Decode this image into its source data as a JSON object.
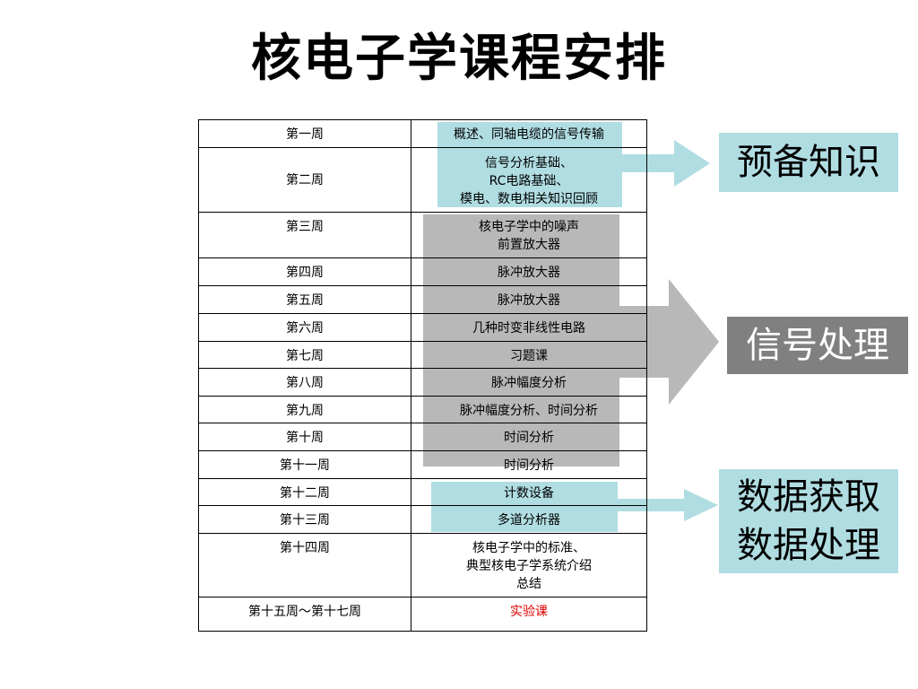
{
  "title": "核电子学课程安排",
  "schedule": [
    {
      "week": "第一周",
      "topic": [
        "概述、同轴电缆的信号传输"
      ]
    },
    {
      "week": "第二周",
      "topic": [
        "信号分析基础、",
        "RC电路基础、",
        "模电、数电相关知识回顾"
      ]
    },
    {
      "week": "第三周",
      "topic": [
        "核电子学中的噪声",
        "前置放大器"
      ]
    },
    {
      "week": "第四周",
      "topic": [
        "脉冲放大器"
      ]
    },
    {
      "week": "第五周",
      "topic": [
        "脉冲放大器"
      ]
    },
    {
      "week": "第六周",
      "topic": [
        "几种时变非线性电路"
      ]
    },
    {
      "week": "第七周",
      "topic": [
        "习题课"
      ]
    },
    {
      "week": "第八周",
      "topic": [
        "脉冲幅度分析"
      ]
    },
    {
      "week": "第九周",
      "topic": [
        "脉冲幅度分析、时间分析"
      ]
    },
    {
      "week": "第十周",
      "topic": [
        "时间分析"
      ]
    },
    {
      "week": "第十一周",
      "topic": [
        "时间分析"
      ]
    },
    {
      "week": "第十二周",
      "topic": [
        "计数设备"
      ]
    },
    {
      "week": "第十三周",
      "topic": [
        "多道分析器"
      ]
    },
    {
      "week": "第十四周",
      "topic": [
        "核电子学中的标准、",
        "典型核电子学系统介绍",
        "总结"
      ]
    },
    {
      "week": "第十五周～第十七周",
      "topic": [
        "实验课"
      ]
    }
  ],
  "groups": {
    "prep": "预备知识",
    "signal": "信号处理",
    "data": [
      "数据获取",
      "数据处理"
    ]
  },
  "colors": {
    "cyan_highlight": "#b0dde2",
    "gray_highlight": "#b8b8b8",
    "dark_gray_label": "#808080",
    "lab_text": "#e00000"
  }
}
